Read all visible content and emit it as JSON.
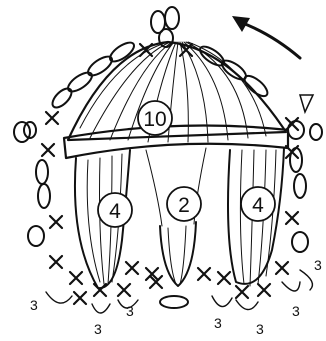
{
  "diagram": {
    "circled_labels": {
      "center_top": "10",
      "left": "4",
      "middle": "2",
      "right": "4"
    },
    "count_labels": [
      "3",
      "3",
      "3",
      "3",
      "3",
      "3",
      "3"
    ],
    "direction": "counterclockwise",
    "marker": "triangle-start-marker",
    "ink_color": "#111111"
  }
}
